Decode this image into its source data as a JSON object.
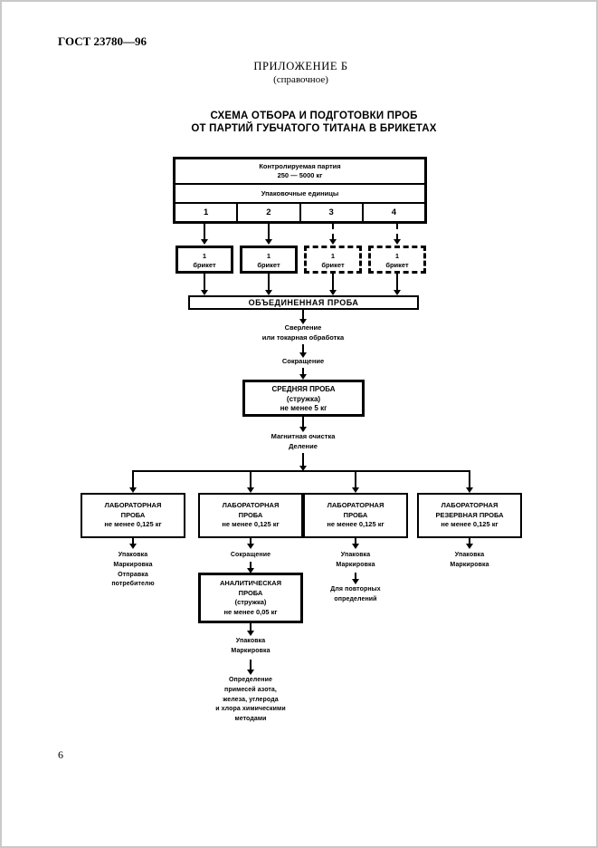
{
  "header": {
    "doc_number": "ГОСТ 23780—96",
    "appendix": "ПРИЛОЖЕНИЕ Б",
    "appendix_note": "(справочное)"
  },
  "title": {
    "line1": "СХЕМА ОТБОРА И ПОДГОТОВКИ ПРОБ",
    "line2": "ОТ ПАРТИЙ ГУБЧАТОГО ТИТАНА В БРИКЕТАХ"
  },
  "lot": {
    "name_line1": "Контролируемая партия",
    "name_line2": "250 — 5000 кг",
    "units_label": "Упаковочные единицы",
    "unit_numbers": [
      "1",
      "2",
      "3",
      "4"
    ]
  },
  "briquette": {
    "count": "1",
    "label": "брикет"
  },
  "flow": {
    "combined_sample": "ОБЪЕДИНЕННАЯ ПРОБА",
    "drilling_line1": "Сверление",
    "drilling_line2": "или токарная обработка",
    "reduction": "Сокращение",
    "average_sample": [
      "СРЕДНЯЯ ПРОБА",
      "(стружка)",
      "не менее 5 кг"
    ],
    "magnetic_line1": "Магнитная очистка",
    "magnetic_line2": "Деление"
  },
  "branches": {
    "lab1": {
      "box": [
        "ЛАБОРАТОРНАЯ",
        "ПРОБА",
        "не менее 0,125 кг"
      ],
      "notes": [
        "Упаковка",
        "Маркировка",
        "Отправка",
        "потребителю"
      ]
    },
    "lab2": {
      "box": [
        "ЛАБОРАТОРНАЯ",
        "ПРОБА",
        "не менее 0,125 кг"
      ],
      "note_reduction": "Сокращение",
      "analytical_box": [
        "АНАЛИТИЧЕСКАЯ",
        "ПРОБА",
        "(стружка)",
        "не менее 0,05 кг"
      ],
      "notes_pack": [
        "Упаковка",
        "Маркировка"
      ],
      "notes_determination": [
        "Определение",
        "примесей азота,",
        "железа, углерода",
        "и хлора химическими",
        "методами"
      ]
    },
    "lab3": {
      "box": [
        "ЛАБОРАТОРНАЯ",
        "ПРОБА",
        "не менее 0,125 кг"
      ],
      "notes_pack": [
        "Упаковка",
        "Маркировка"
      ],
      "notes_repeat": [
        "Для повторных",
        "определений"
      ]
    },
    "lab4": {
      "box": [
        "ЛАБОРАТОРНАЯ",
        "РЕЗЕРВНАЯ ПРОБА",
        "не менее 0,125 кг"
      ],
      "notes_pack": [
        "Упаковка",
        "Маркировка"
      ]
    }
  },
  "footer": {
    "page_number": "6"
  }
}
